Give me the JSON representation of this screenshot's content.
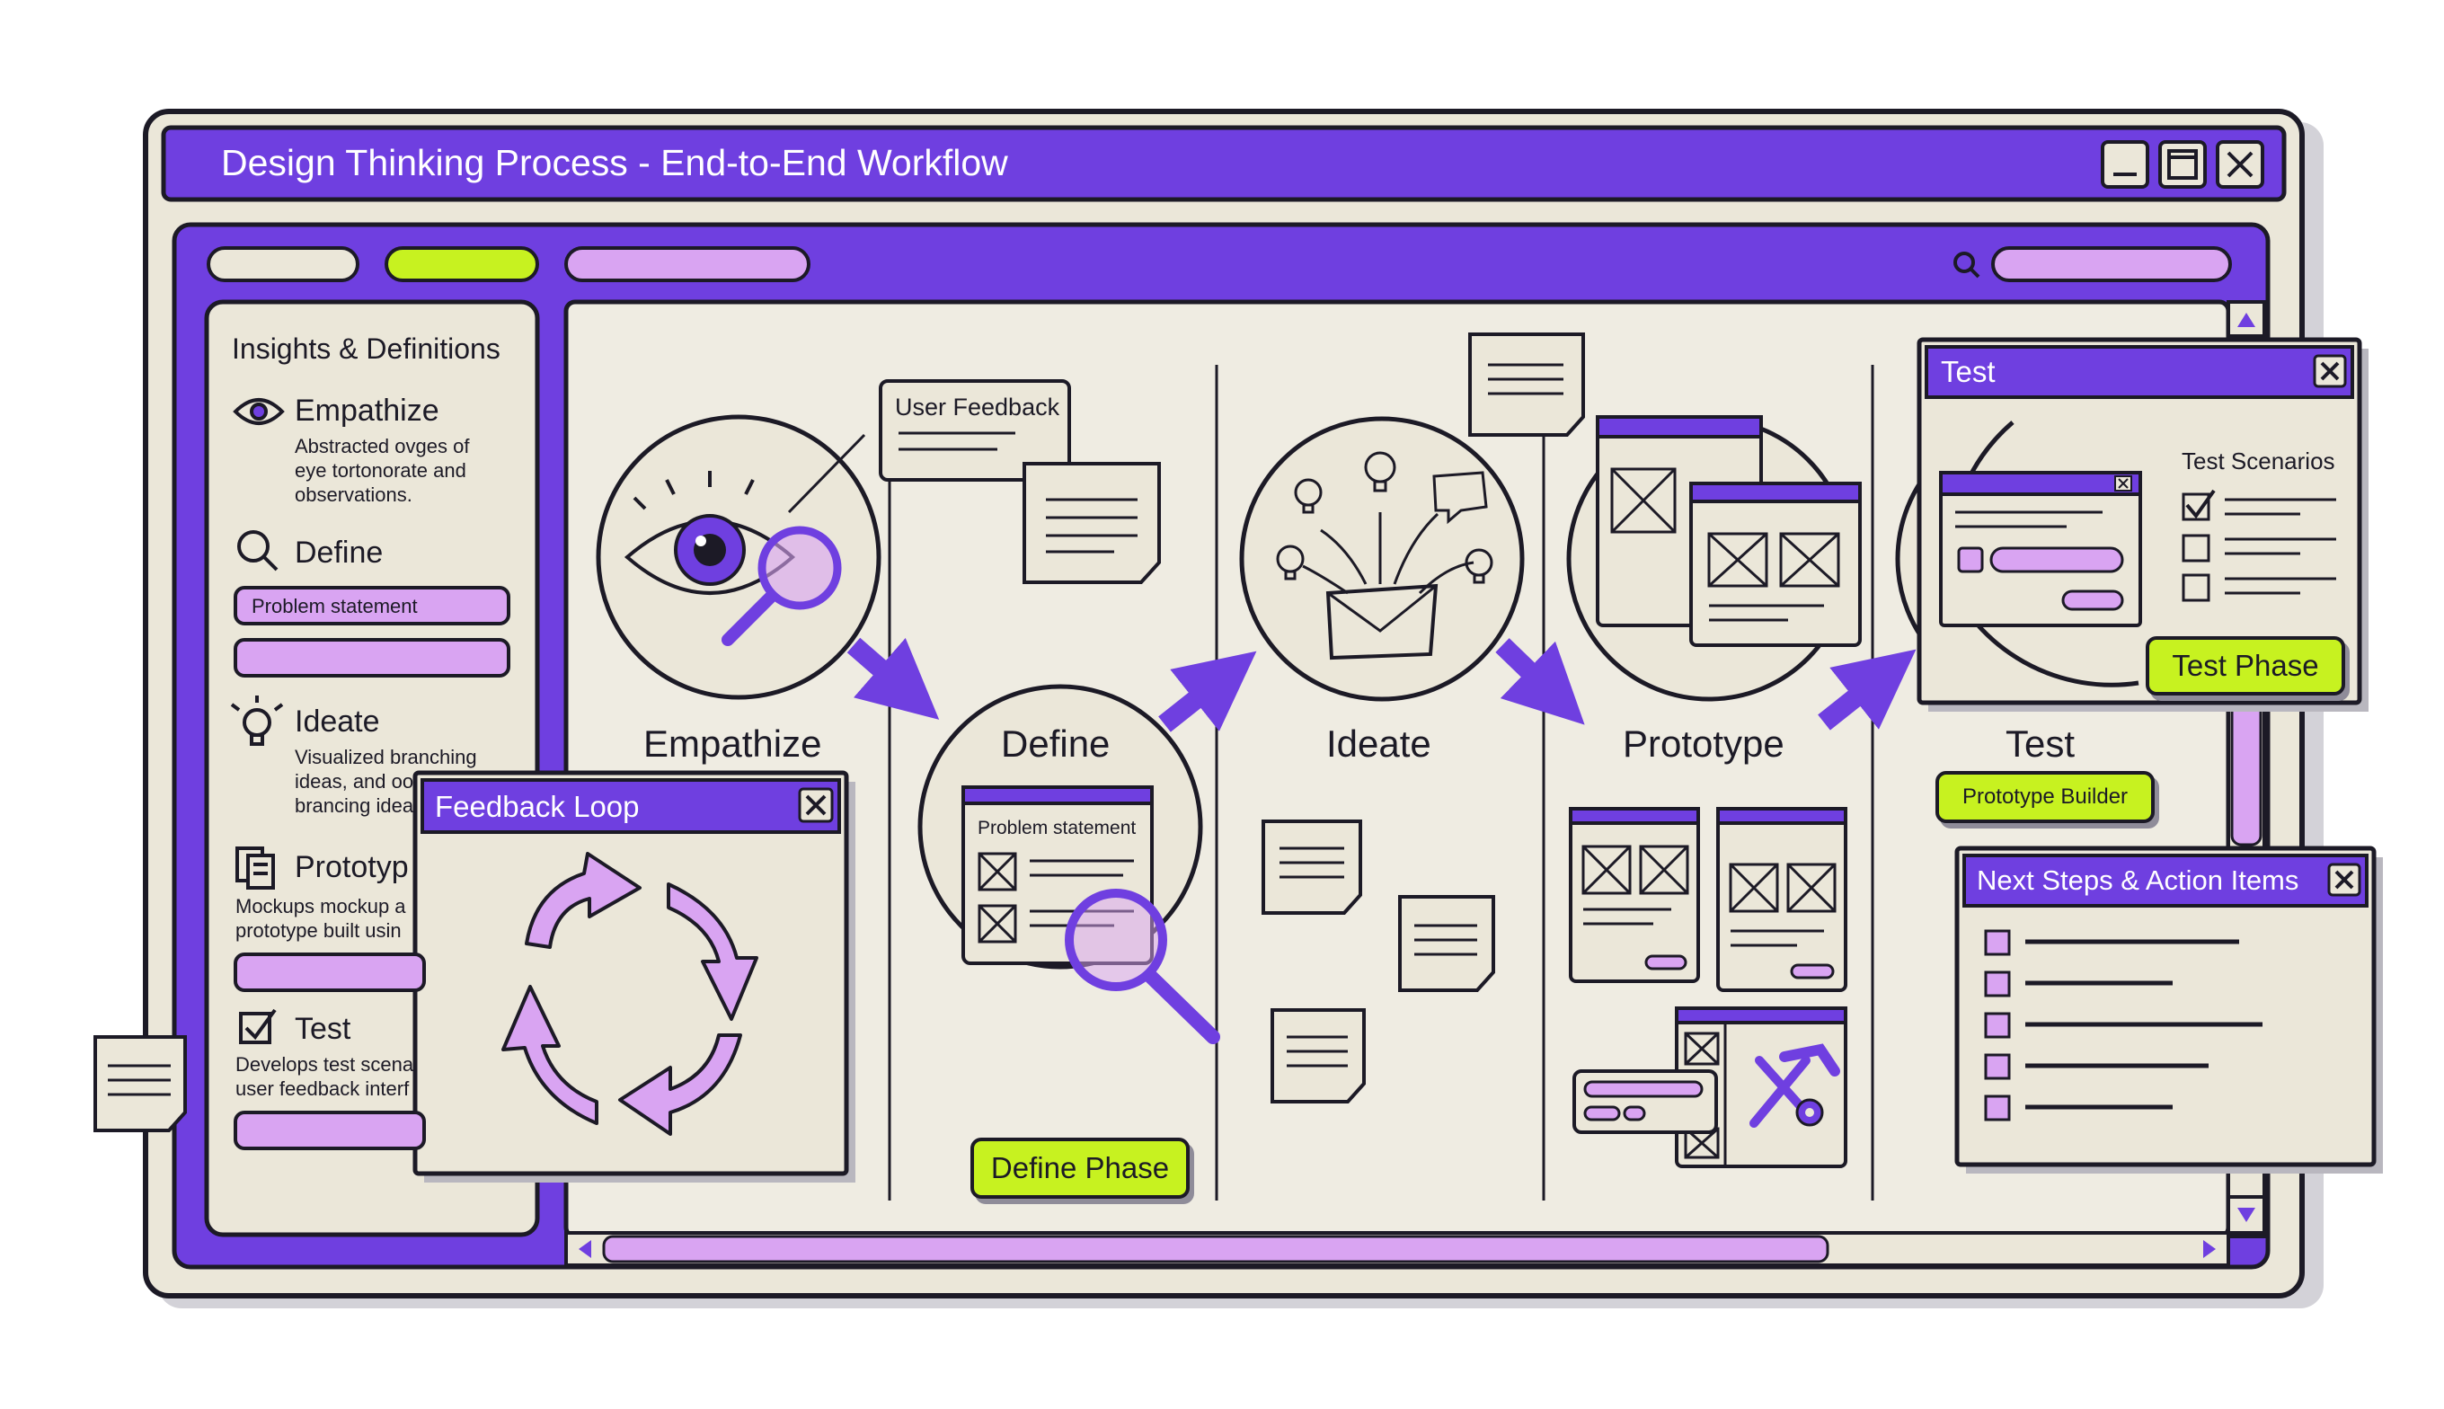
{
  "window": {
    "title": "Design Thinking Process - End-to-End Workflow",
    "controls": [
      "minimize",
      "maximize",
      "close"
    ]
  },
  "toolbar": {
    "search_icon": "search-icon"
  },
  "sidebar": {
    "heading": "Insights & Definitions",
    "items": [
      {
        "label": "Empathize",
        "icon": "eye-icon",
        "desc": [
          "Abstracted ovges of",
          "eye tortonorate and",
          "observations."
        ]
      },
      {
        "label": "Define",
        "icon": "magnifier-icon",
        "field": "Problem statement"
      },
      {
        "label": "Ideate",
        "icon": "lightbulb-icon",
        "desc": [
          "Visualized branching",
          "ideas, and oo",
          "brancing idea"
        ]
      },
      {
        "label": "Prototyp",
        "icon": "document-icon",
        "desc": [
          "Mockups mockup a",
          "prototype built usin"
        ]
      },
      {
        "label": "Test",
        "icon": "checkbox-icon",
        "desc": [
          "Develops test scena",
          "user feedback interf"
        ]
      }
    ]
  },
  "feedback_loop": {
    "title": "Feedback Loop"
  },
  "stages": [
    {
      "label": "Empathize"
    },
    {
      "label": "Define"
    },
    {
      "label": "Ideate"
    },
    {
      "label": "Prototype"
    },
    {
      "label": "Test"
    }
  ],
  "notes": {
    "user_feedback": "User Feedback",
    "problem_statement": "Problem statement"
  },
  "buttons": {
    "define_phase": "Define Phase",
    "prototype_builder": "Prototype Builder",
    "test_phase": "Test Phase"
  },
  "test_panel": {
    "title": "Test",
    "scenarios_label": "Test Scenarios",
    "scenarios_checked": [
      true,
      false,
      false
    ]
  },
  "next_steps": {
    "title": "Next Steps & Action Items",
    "item_count": 5
  },
  "colors": {
    "purple": "#6f3fe0",
    "lilac": "#d9a4f2",
    "green": "#c7f220",
    "cream": "#ebe7d9",
    "ink": "#1c1a26"
  }
}
